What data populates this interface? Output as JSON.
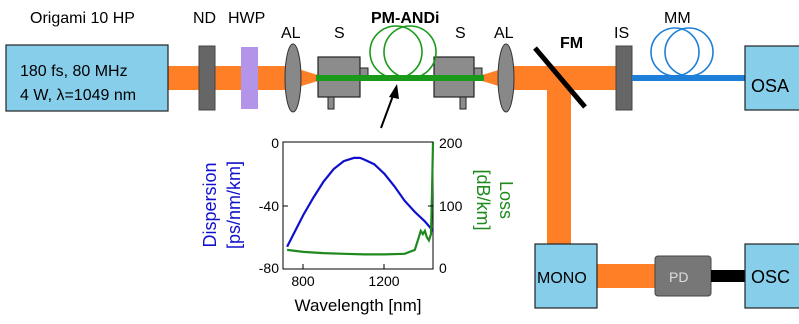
{
  "header_labels": {
    "laser": "Origami 10 HP",
    "nd": "ND",
    "hwp": "HWP",
    "al_left": "AL",
    "s_left": "S",
    "fiber": "PM-ANDi",
    "s_right": "S",
    "al_right": "AL",
    "fm": "FM",
    "is": "IS",
    "mm": "MM"
  },
  "boxes": {
    "laser_line1": "180 fs, 80 MHz",
    "laser_line2": "4 W, λ=1049 nm",
    "osa": "OSA",
    "mono": "MONO",
    "pd": "PD",
    "osc": "OSC"
  },
  "colors": {
    "beam": "#ff7f27",
    "box_fill": "#87ceeb",
    "fiber_green": "#1a9a1a",
    "mm_fiber": "#1e7fd8",
    "dispersion": "#1010cc",
    "loss": "#1e8a1e"
  },
  "inset_chart": {
    "xlabel": "Wavelength [nm]",
    "ylabel_left_line1": "Dispersion",
    "ylabel_left_line2": "[ps/nm/km]",
    "ylabel_right_line1": "Loss",
    "ylabel_right_line2": "[dB/km]",
    "xticks": [
      "800",
      "1200"
    ],
    "yticks_left": [
      "0",
      "-40",
      "-80"
    ],
    "yticks_right": [
      "200",
      "100",
      "0"
    ]
  },
  "chart_data": {
    "type": "line",
    "xlabel": "Wavelength [nm]",
    "ylabel": "Dispersion [ps/nm/km]",
    "y2label": "Loss [dB/km]",
    "xlim": [
      700,
      1440
    ],
    "ylim": [
      -80,
      0
    ],
    "y2lim": [
      0,
      200
    ],
    "series": [
      {
        "axis": "left",
        "color": "#1010cc",
        "x": [
          720,
          760,
          800,
          850,
          900,
          950,
          1000,
          1050,
          1080,
          1100,
          1150,
          1200,
          1250,
          1300,
          1350,
          1400,
          1440
        ],
        "y": [
          -66,
          -56,
          -46,
          -35,
          -25,
          -17,
          -12,
          -10,
          -10,
          -11,
          -14,
          -20,
          -28,
          -37,
          -44,
          -50,
          -56
        ]
      },
      {
        "axis": "right",
        "color": "#1e8a1e",
        "x": [
          720,
          800,
          900,
          1000,
          1100,
          1200,
          1300,
          1350,
          1370,
          1380,
          1390,
          1400,
          1410,
          1420,
          1430,
          1435,
          1440
        ],
        "y": [
          30,
          27,
          25,
          24,
          23,
          23,
          24,
          30,
          50,
          60,
          55,
          60,
          50,
          45,
          55,
          120,
          200
        ]
      }
    ]
  }
}
